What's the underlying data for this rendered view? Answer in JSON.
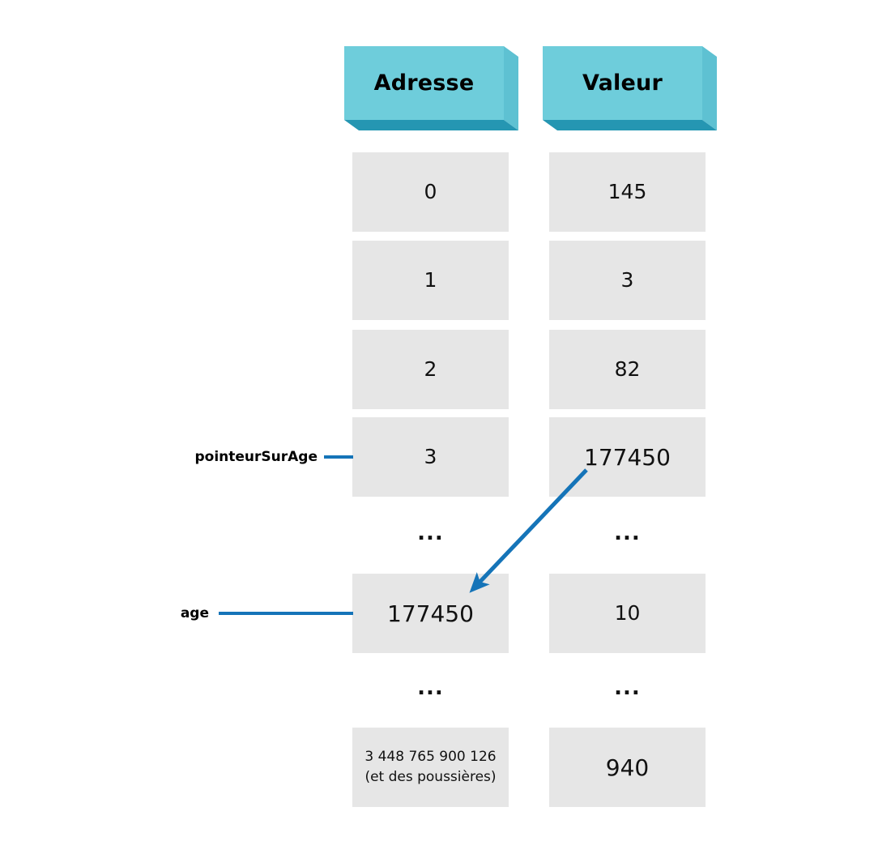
{
  "diagram": {
    "title": "Adresse / Valeur memory table",
    "accent_color": "#6ECDDB",
    "accent_shadow_color": "#2596B2",
    "accent_side_color": "#5EC1D2",
    "cell_color": "#E6E6E6",
    "pointer_color": "#1574B8",
    "text_color": "#111111"
  },
  "headers": {
    "address": "Adresse",
    "value": "Valeur"
  },
  "rows": [
    {
      "address": "0",
      "value": "145",
      "type": "cell"
    },
    {
      "address": "1",
      "value": "3",
      "type": "cell"
    },
    {
      "address": "2",
      "value": "82",
      "type": "cell"
    },
    {
      "address": "3",
      "value": "177450",
      "type": "cell"
    },
    {
      "address": "...",
      "value": "...",
      "type": "ellipsis"
    },
    {
      "address": "177450",
      "value": "10",
      "type": "cell"
    },
    {
      "address": "...",
      "value": "...",
      "type": "ellipsis"
    },
    {
      "address": "3 448 765 900 126\n(et des poussières)",
      "value": "940",
      "type": "cell"
    }
  ],
  "labels": {
    "pointer": "pointeurSurAge",
    "variable": "age"
  },
  "annotations": {
    "arrow_from": "valeur-row-3 (177450)",
    "arrow_to": "adresse-row-5 (177450)"
  }
}
